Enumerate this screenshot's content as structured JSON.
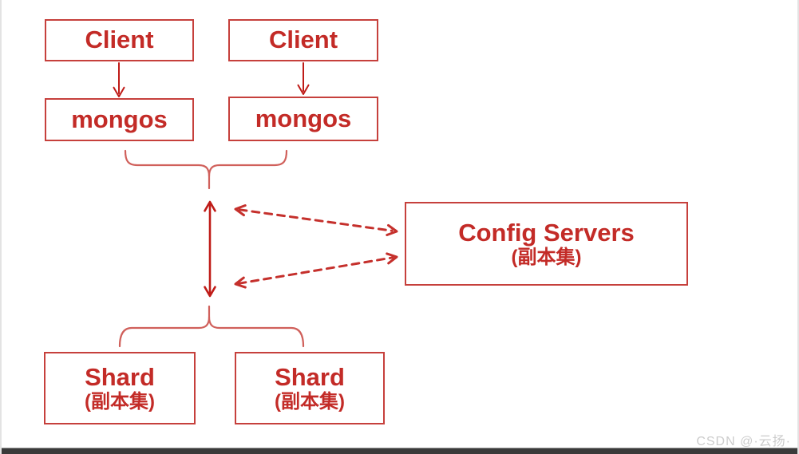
{
  "nodes": {
    "client1": {
      "label": "Client"
    },
    "client2": {
      "label": "Client"
    },
    "mongos1": {
      "label": "mongos"
    },
    "mongos2": {
      "label": "mongos"
    },
    "config_servers": {
      "label": "Config Servers",
      "sublabel": "(副本集)"
    },
    "shard1": {
      "label": "Shard",
      "sublabel": "(副本集)"
    },
    "shard2": {
      "label": "Shard",
      "sublabel": "(副本集)"
    }
  },
  "edges": [
    {
      "from": "client1",
      "to": "mongos1",
      "style": "solid-arrow"
    },
    {
      "from": "client2",
      "to": "mongos2",
      "style": "solid-arrow"
    },
    {
      "from": "mongos-group",
      "to": "shard-group",
      "style": "solid-double-arrow"
    },
    {
      "from": "mongos-shard-channel",
      "to": "config_servers",
      "style": "dashed-double-arrow"
    },
    {
      "from": "config_servers",
      "to": "mongos-shard-channel",
      "style": "dashed-double-arrow"
    }
  ],
  "groupings": [
    {
      "type": "brace",
      "members": [
        "mongos1",
        "mongos2"
      ]
    },
    {
      "type": "brace",
      "members": [
        "shard1",
        "shard2"
      ]
    }
  ],
  "watermark": {
    "text": "CSDN @·云扬·"
  },
  "colors": {
    "background": "#ffffff",
    "box_border": "#c6403c",
    "box_text": "#c32b27",
    "solid_arrow": "#bf1b17",
    "dashed_arrow": "#c5302c",
    "brace": "#d0605b",
    "watermark": "#cccccc",
    "bottom_bar": "#3a3a3a"
  }
}
